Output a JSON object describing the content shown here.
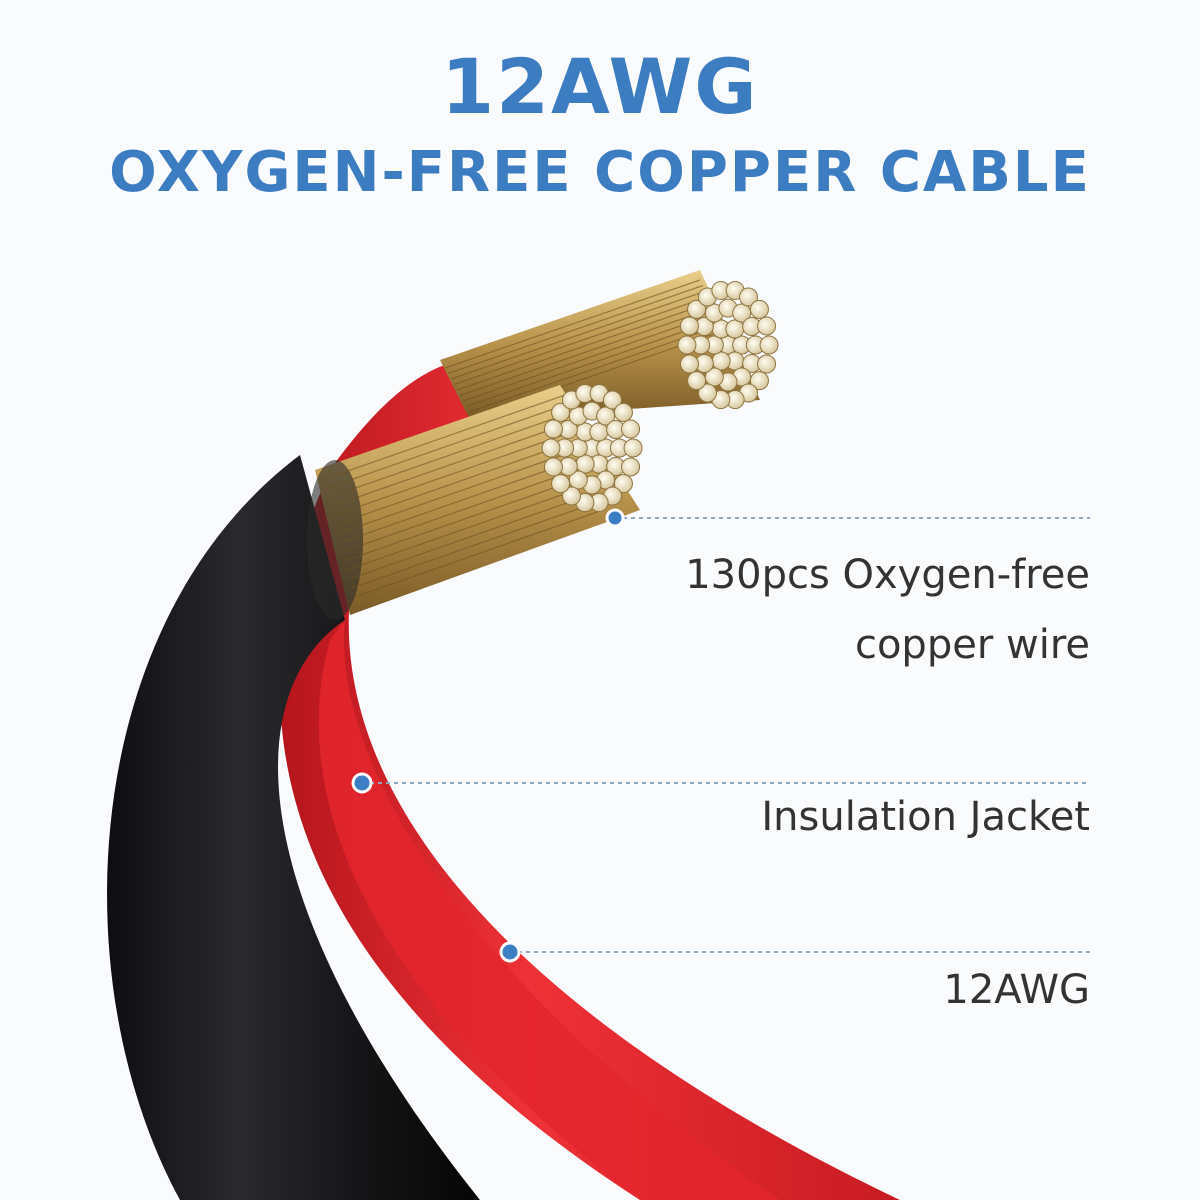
{
  "colors": {
    "title": "#3c7cc0",
    "callout_dot": "#3b7ec4",
    "callout_line": "#8fa6bf",
    "red_jacket": "#e0252b",
    "black_jacket": "#1b1b1d",
    "copper": "#c9a55c"
  },
  "heading": {
    "main": "12AWG",
    "sub": "OXYGEN-FREE COPPER CABLE"
  },
  "callouts": [
    {
      "label": "130pcs Oxygen-free copper wire"
    },
    {
      "label": "Insulation Jacket"
    },
    {
      "label": "12AWG"
    }
  ]
}
